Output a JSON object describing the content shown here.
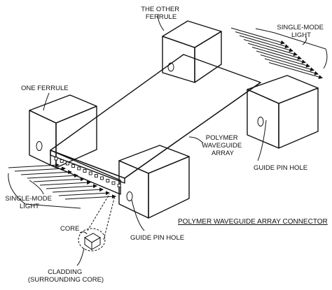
{
  "labels": {
    "the_other_ferrule": [
      "THE OTHER",
      "FERRULE"
    ],
    "single_mode_light_top": [
      "SINGLE-MODE",
      "LIGHT"
    ],
    "one_ferrule": "ONE FERRULE",
    "polymer_waveguide_array": [
      "POLYMER",
      "WAVEGUIDE",
      "ARRAY"
    ],
    "guide_pin_hole_right": "GUIDE PIN HOLE",
    "single_mode_light_left": [
      "SINGLE-MODE",
      "LIGHT"
    ],
    "title": "POLYMER WAVEGUIDE ARRAY CONNECTOR",
    "core": "CORE",
    "guide_pin_hole_bottom": "GUIDE PIN HOLE",
    "cladding": [
      "CLADDING",
      "(SURROUNDING CORE)"
    ]
  }
}
